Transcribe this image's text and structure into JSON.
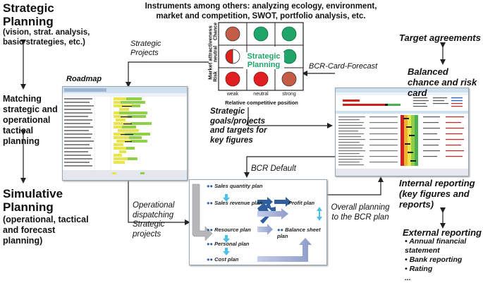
{
  "left": {
    "strategic_title": "Strategic Planning",
    "strategic_sub": "(vision, strat. analysis, basic strategies, etc.)",
    "matching": "Matching strategic and operational tactical planning",
    "simulative_title": "Simulative Planning",
    "simulative_sub": "(operational, tactical and forecast planning)"
  },
  "top": {
    "instruments": "Instruments among others:  analyzing ecology, environment, market and competition, SWOT, portfolio analysis, etc."
  },
  "labels": {
    "strategic_projects": "Strategic Projects",
    "roadmap": "Roadmap",
    "bcr_card_forecast": "BCR-Card-Forecast",
    "strategic_goals": "Strategic goals/projects and targets for key figures",
    "bcr_default": "BCR Default",
    "operational_dispatching": "Operational dispatching Strategic projects",
    "overall_planning": "Overall planning to the BCR plan"
  },
  "matrix": {
    "center": "Strategic Planning",
    "y_axis": "Market attractiveness",
    "y_ticks": [
      "Chance",
      "neutral",
      "Risk"
    ],
    "x_axis": "Relative competitive position",
    "x_ticks": [
      "weak",
      "neutral",
      "strong"
    ]
  },
  "right": {
    "target_agreements": "Target agreements",
    "balanced": "Balanced chance and risk card",
    "internal": "Internal reporting (key figures and reports)",
    "external": "External reporting",
    "external_items": [
      "Annual financial statement",
      "Bank reporting",
      "Rating",
      "..."
    ]
  },
  "plans": {
    "sales_quantity": "Sales quantity plan",
    "sales_revenue": "Sales revenue plan",
    "profit": "Profit plan",
    "resource": "Resource plan",
    "balance_sheet": "Balance sheet plan",
    "personal": "Personal plan",
    "cost": "Cost plan"
  },
  "colors": {
    "green": "#1fa46a",
    "red": "#e02020",
    "arrow_blue": "#2f5f9e"
  }
}
